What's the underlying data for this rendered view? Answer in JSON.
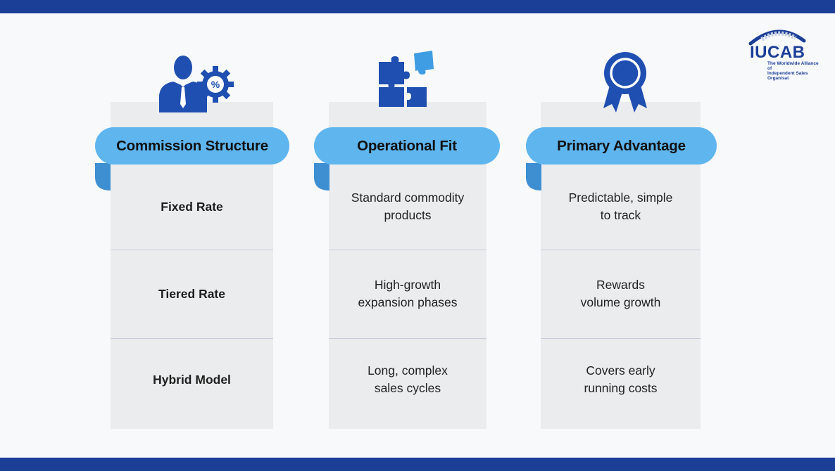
{
  "logo": {
    "name": "IUCAB",
    "tagline_line1": "The Worldwide Alliance of",
    "tagline_line2": "Independent Sales Organisat"
  },
  "colors": {
    "brand_blue": "#1b3e97",
    "ribbon_blue": "#5fb5ee",
    "icon_blue": "#1f4fb0"
  },
  "columns": [
    {
      "icon": "businessman-gear-percent-icon",
      "header": "Commission Structure",
      "rows": [
        "Fixed Rate",
        "Tiered Rate",
        "Hybrid Model"
      ]
    },
    {
      "icon": "puzzle-pieces-icon",
      "header": "Operational Fit",
      "rows": [
        "Standard commodity\nproducts",
        "High-growth\nexpansion phases",
        "Long, complex\nsales cycles"
      ]
    },
    {
      "icon": "award-ribbon-star-icon",
      "header": "Primary Advantage",
      "rows": [
        "Predictable, simple\nto track",
        "Rewards\nvolume growth",
        "Covers early\nrunning costs"
      ]
    }
  ]
}
